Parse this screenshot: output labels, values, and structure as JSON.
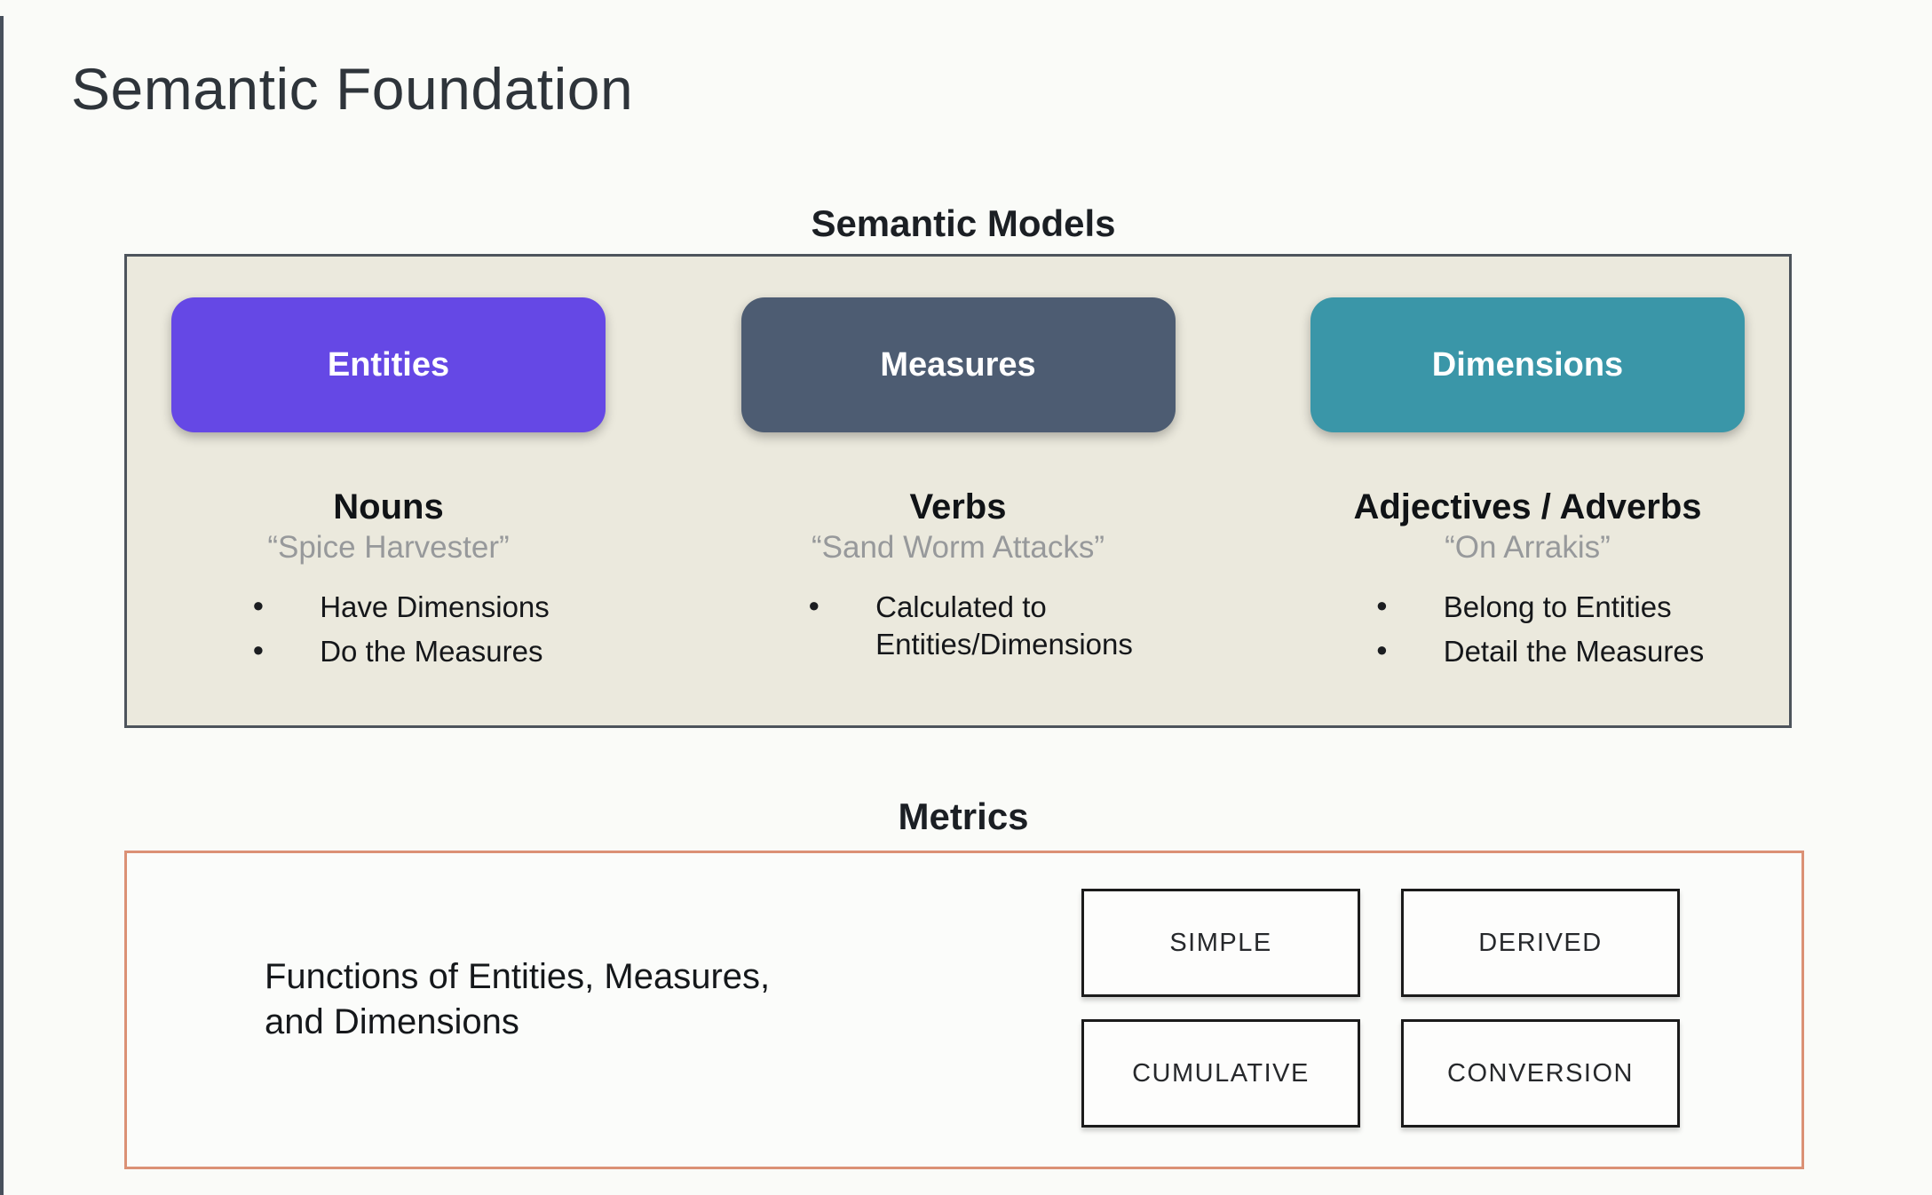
{
  "title": "Semantic Foundation",
  "semantic_models": {
    "heading": "Semantic Models",
    "panel_bg": "#ebe9dd",
    "panel_border": "#4d545c",
    "columns": [
      {
        "button": "Entities",
        "color": "#6548e5",
        "role": "Nouns",
        "example": "“Spice Harvester”",
        "bullets": [
          "Have Dimensions",
          "Do the Measures"
        ]
      },
      {
        "button": "Measures",
        "color": "#4d5c72",
        "role": "Verbs",
        "example": "“Sand Worm Attacks”",
        "bullets": [
          "Calculated to\nEntities/Dimensions"
        ]
      },
      {
        "button": "Dimensions",
        "color": "#3a96a8",
        "role": "Adjectives / Adverbs",
        "example": "“On Arrakis”",
        "bullets": [
          "Belong to Entities",
          "Detail the Measures"
        ]
      }
    ]
  },
  "metrics": {
    "heading": "Metrics",
    "panel_border": "#db9175",
    "description": "Functions of Entities, Measures,\nand Dimensions",
    "types": [
      "SIMPLE",
      "DERIVED",
      "CUMULATIVE",
      "CONVERSION"
    ]
  }
}
